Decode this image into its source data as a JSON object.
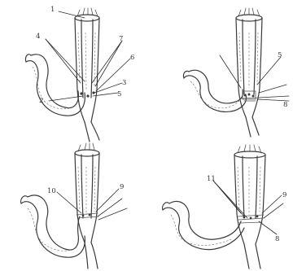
{
  "panels": [
    {
      "id": "panel-top-left",
      "labels": [
        "1",
        "4",
        "7",
        "6",
        "3",
        "5",
        "2"
      ]
    },
    {
      "id": "panel-top-right",
      "labels": [
        "5",
        "8"
      ]
    },
    {
      "id": "panel-bottom-left",
      "labels": [
        "10",
        "9"
      ]
    },
    {
      "id": "panel-bottom-right",
      "labels": [
        "11",
        "9",
        "8"
      ]
    }
  ]
}
